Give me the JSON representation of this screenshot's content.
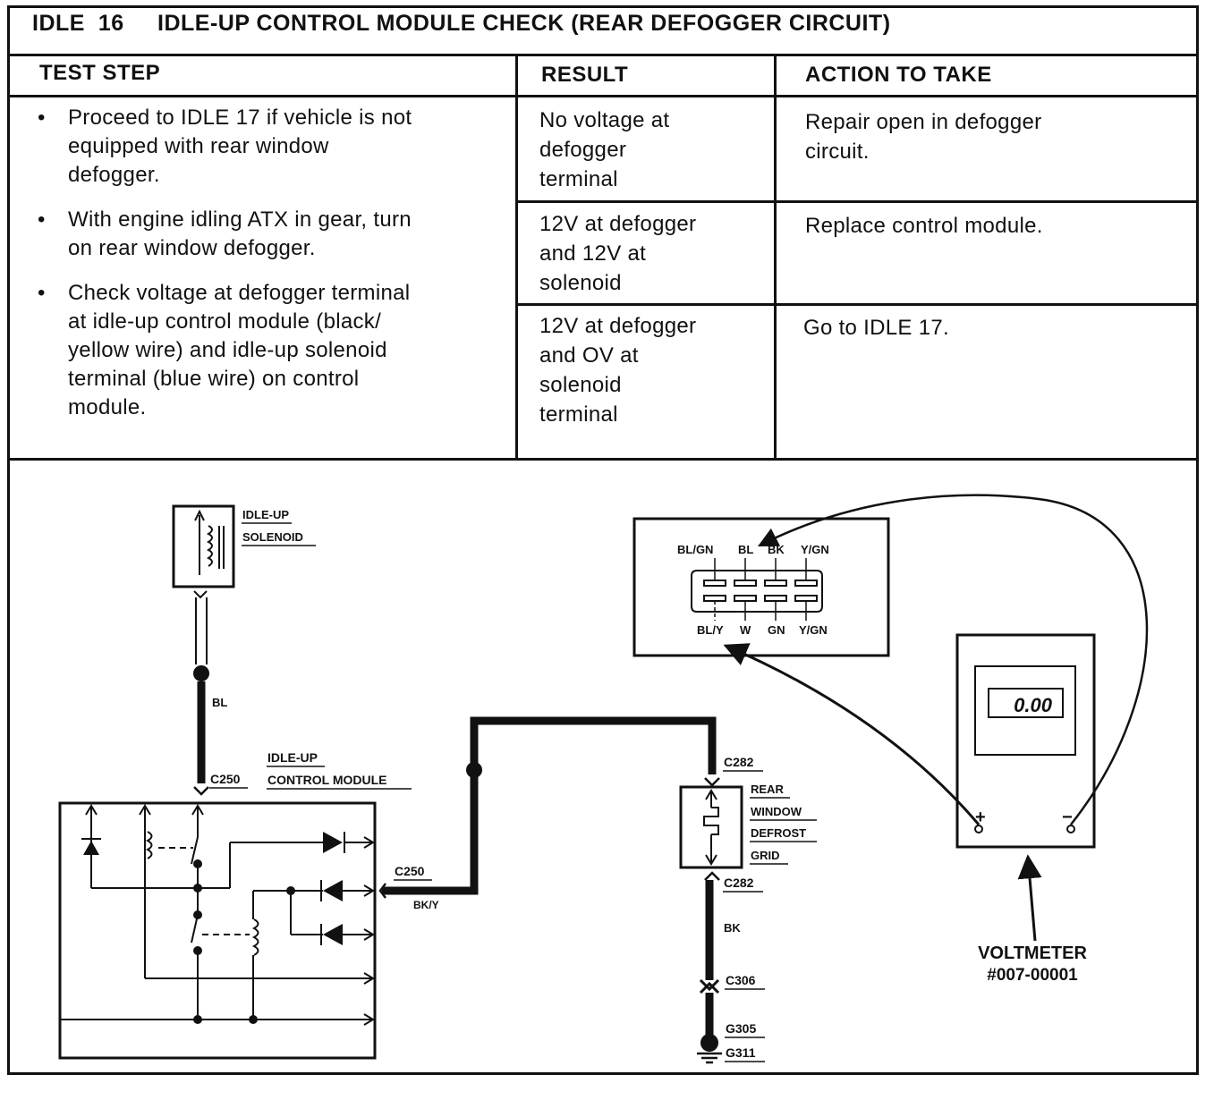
{
  "title": {
    "code": "IDLE  16",
    "text": "IDLE-UP CONTROL MODULE CHECK (REAR DEFOGGER CIRCUIT)"
  },
  "table": {
    "headers": {
      "test_step": "TEST STEP",
      "result": "RESULT",
      "action": "ACTION TO TAKE"
    },
    "steps": [
      [
        "Proceed to IDLE 17 if vehicle is not",
        "equipped with rear window",
        "defogger."
      ],
      [
        "With engine idling ATX in gear, turn",
        "on rear window defogger."
      ],
      [
        "Check voltage at defogger terminal",
        "at idle-up control module (black/",
        "yellow wire) and idle-up solenoid",
        "terminal (blue wire) on control",
        "module."
      ]
    ],
    "rows": [
      {
        "result": [
          "No voltage at",
          "defogger",
          "terminal"
        ],
        "action": [
          "Repair open in defogger",
          "circuit."
        ]
      },
      {
        "result": [
          "12V at defogger",
          "and 12V at",
          "solenoid"
        ],
        "action": [
          "Replace control module."
        ]
      },
      {
        "result": [
          "12V at defogger",
          "and OV at",
          "solenoid",
          "terminal"
        ],
        "action": [
          "Go to IDLE 17."
        ]
      }
    ]
  },
  "diagram": {
    "solenoid_label": [
      "IDLE-UP",
      "SOLENOID"
    ],
    "wire_bl": "BL",
    "c250_top": "C250",
    "module_label": [
      "IDLE-UP",
      "CONTROL MODULE"
    ],
    "c250_right": "C250",
    "wire_bk_y": "BK/Y",
    "connector_top_pins": [
      "BL/GN",
      "BL",
      "BK",
      "Y/GN"
    ],
    "connector_bottom_pins": [
      "BL/Y",
      "W",
      "GN",
      "Y/GN"
    ],
    "c282_top": "C282",
    "grid_label": [
      "REAR",
      "WINDOW",
      "DEFROST",
      "GRID"
    ],
    "c282_bottom": "C282",
    "wire_bk": "BK",
    "c306": "C306",
    "g305": "G305",
    "g311": "G311",
    "meter_display": "0.00",
    "meter_plus": "+",
    "meter_minus": "−",
    "voltmeter_label": [
      "VOLTMETER",
      "#007-00001"
    ]
  }
}
